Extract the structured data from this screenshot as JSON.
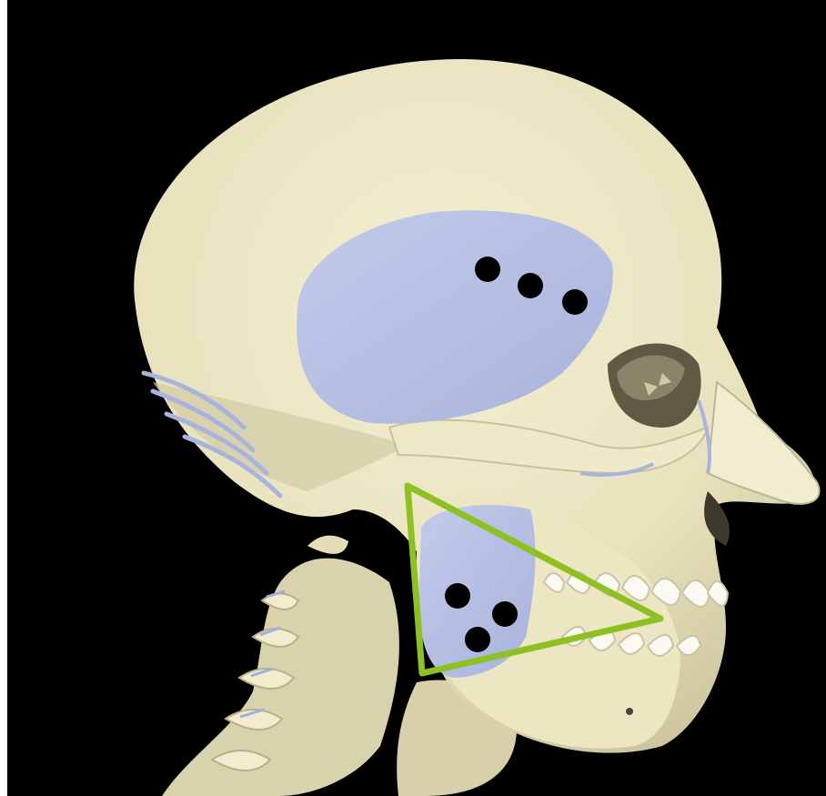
{
  "image": {
    "subject": "lateral-view-3d-skull-render",
    "colors": {
      "background": "#000000",
      "bone": "#ece7c3",
      "bone_shadow": "#cbc5a0",
      "muscle_area": "#b9c3e6",
      "muscle_area_shade": "#a9b4dc",
      "marker_dot": "#000000",
      "triangle_line": "#8fc021",
      "frame": "#ffffff"
    }
  },
  "markers": {
    "temporal_dots": 3,
    "masseter_dots": 3
  }
}
